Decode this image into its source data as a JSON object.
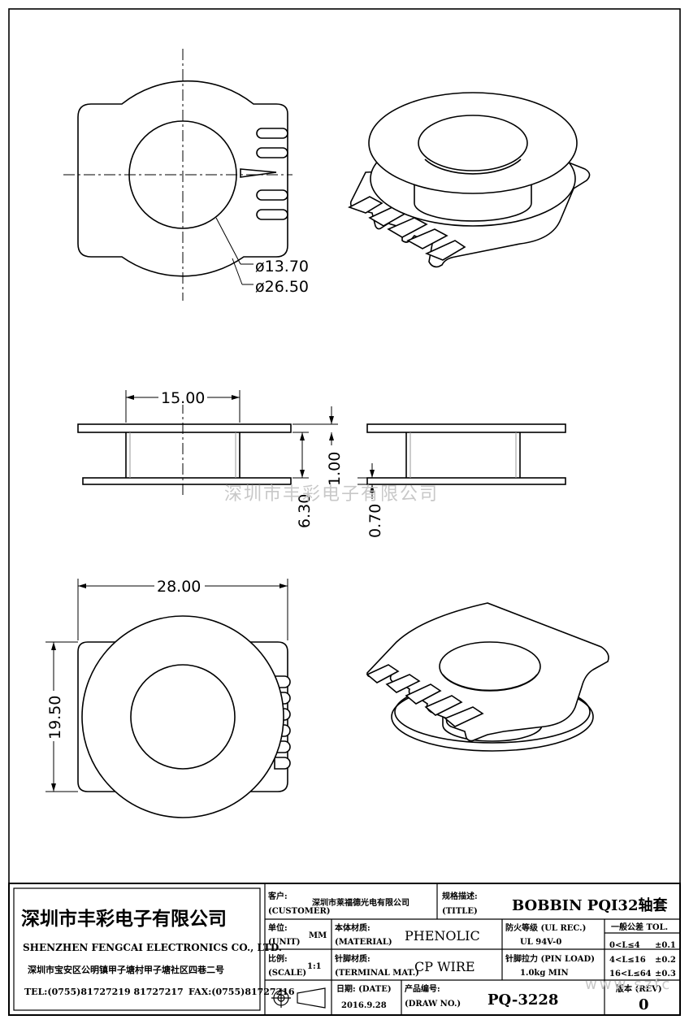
{
  "dimensions": {
    "inner_diameter": "ø13.70",
    "outer_diameter": "ø26.50",
    "width_15": "15.00",
    "height_6_30": "6.30",
    "flange_1_00": "1.00",
    "flange_0_70": "0.70",
    "width_28": "28.00",
    "height_19_50": "19.50"
  },
  "watermark": {
    "center": "深圳市丰彩电子有限公司",
    "corner": "www.szfc"
  },
  "company": {
    "name_cn": "深圳市丰彩电子有限公司",
    "name_en": "SHENZHEN FENGCAI ELECTRONICS CO., LTD.",
    "address": "深圳市宝安区公明镇甲子塘村甲子塘社区四巷二号",
    "phone": "TEL:(0755)81727219  81727217",
    "fax": "FAX:(0755)81727216"
  },
  "title_block": {
    "customer_label_cn": "客户:",
    "customer_label_en": "(CUSTOMER)",
    "customer_value": "深圳市莱福德光电有限公司",
    "title_label_cn": "规格描述:",
    "title_label_en": "(TITLE)",
    "title_value": "BOBBIN PQI32轴套",
    "unit_label_cn": "单位:",
    "unit_label_en": "(UNIT)",
    "unit_value": "MM",
    "material_label_cn": "本体材质:",
    "material_label_en": "(MATERIAL)",
    "material_value": "PHENOLIC",
    "ul_label": "防火等级 (UL REC.)",
    "ul_value": "UL 94V-0",
    "tol_label": "一般公差 TOL.",
    "tol_rows": [
      {
        "range": "0<L≤4",
        "value": "±0.1"
      },
      {
        "range": "4<L≤16",
        "value": "±0.2"
      },
      {
        "range": "16<L≤64",
        "value": "±0.3"
      }
    ],
    "scale_label_cn": "比例:",
    "scale_label_en": "(SCALE)",
    "scale_value": "1:1",
    "terminal_label_cn": "针脚材质:",
    "terminal_label_en": "(TERMINAL MAT.)",
    "terminal_value": "CP WIRE",
    "pinload_label": "针脚拉力 (PIN LOAD)",
    "pinload_value": "1.0kg MIN",
    "date_label": "日期: (DATE)",
    "date_value": "2016.9.28",
    "drawno_label_cn": "产品编号:",
    "drawno_label_en": "(DRAW NO.)",
    "drawno_value": "PQ-3228",
    "rev_label": "版本 (REV)",
    "rev_value": "0"
  }
}
